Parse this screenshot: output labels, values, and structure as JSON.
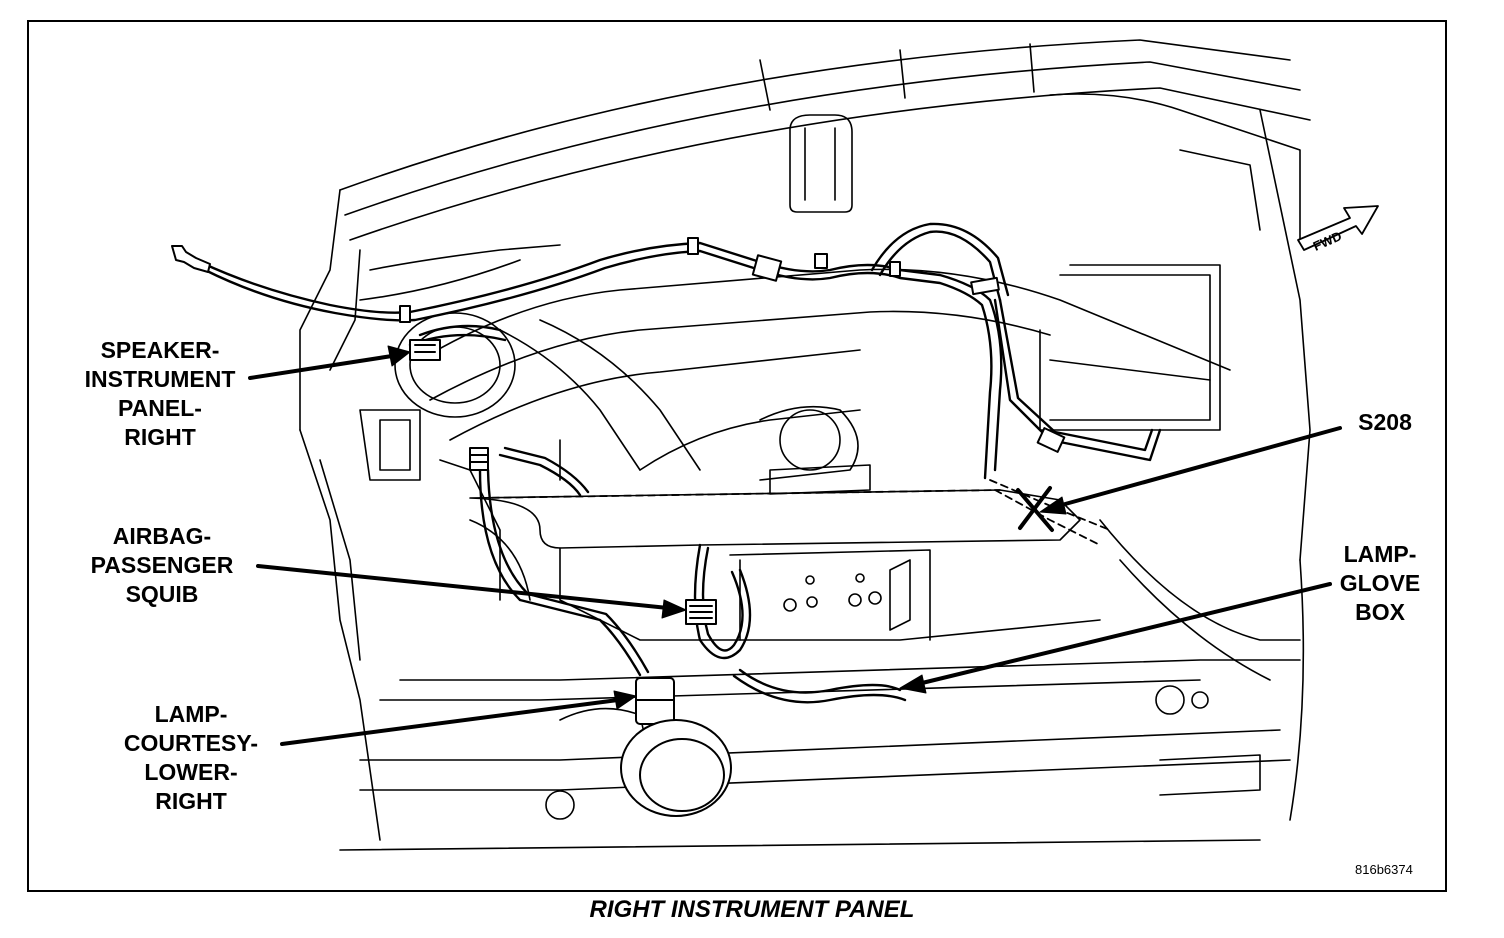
{
  "callouts": {
    "speaker": "SPEAKER-\nINSTRUMENT\nPANEL-\nRIGHT",
    "airbag": "AIRBAG-\nPASSENGER\nSQUIB",
    "courtesy": "LAMP-\nCOURTESY-\nLOWER-\nRIGHT",
    "s208": "S208",
    "glove": "LAMP-\nGLOVE\nBOX"
  },
  "fwd_label": "FWD",
  "figure_id": "816b6374",
  "caption": "RIGHT INSTRUMENT PANEL"
}
